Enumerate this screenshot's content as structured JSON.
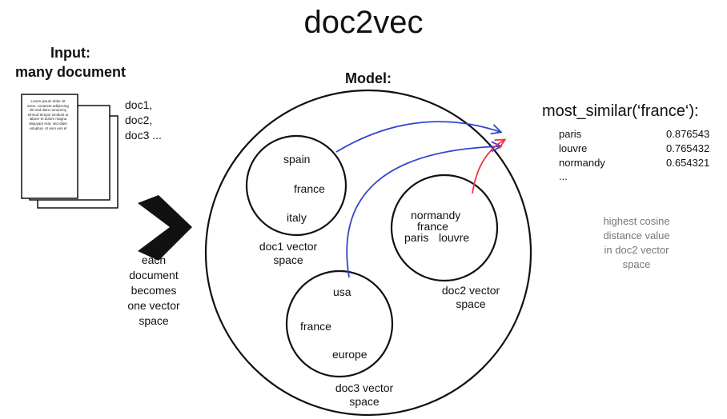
{
  "title": "doc2vec",
  "input": {
    "title_line1": "Input:",
    "title_line2": "many document",
    "docs_line1": "doc1,",
    "docs_line2": "doc2,",
    "docs_line3": "doc3 ...",
    "page_text": "Lorem ipsum dolor sit amet, consecte adipiscing elit sed diam nonummy eirmod tempor incidunt ut labore et dolore magna aliquyam erat, sed diam voluptua. At vero eos et"
  },
  "arrow_note": [
    "each",
    "document",
    "becomes",
    "one vector",
    "space"
  ],
  "model": {
    "title": "Model:",
    "doc1": {
      "words": [
        "spain",
        "france",
        "italy"
      ],
      "label_line1": "doc1 vector",
      "label_line2": "space"
    },
    "doc2": {
      "words": [
        "normandy",
        "france",
        "paris",
        "louvre"
      ],
      "label_line1": "doc2 vector",
      "label_line2": "space"
    },
    "doc3": {
      "words": [
        "usa",
        "france",
        "europe"
      ],
      "label_line1": "doc3 vector",
      "label_line2": "space"
    }
  },
  "most_similar": {
    "title": "most_similar(‘france‘):",
    "rows": [
      {
        "word": "paris",
        "score": "0.876543"
      },
      {
        "word": "louvre",
        "score": "0.765432"
      },
      {
        "word": "normandy",
        "score": "0.654321"
      }
    ],
    "ellipsis": "..."
  },
  "note": [
    "highest cosine",
    "distance value",
    "in doc2 vector",
    "space"
  ],
  "colors": {
    "blue_arrow": "#3344cc",
    "red_arrow": "#ee3344",
    "note_text": "#777777"
  },
  "icons": [
    "document-stack-icon",
    "chevron-arrow-icon"
  ]
}
